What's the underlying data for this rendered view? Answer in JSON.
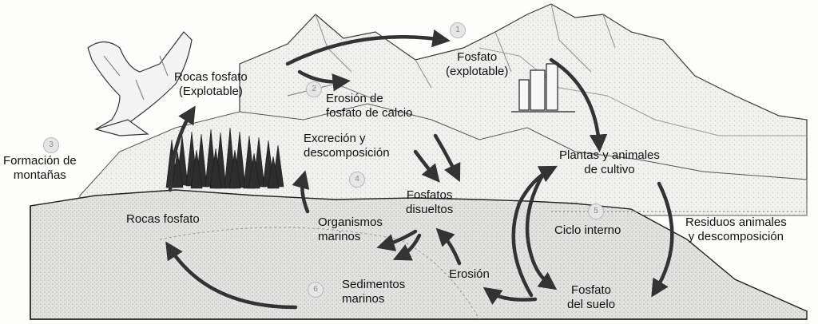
{
  "labels": {
    "rocas_fosfato_explotable": [
      "Rocas fosfato",
      "(Explotable)"
    ],
    "fosfato_explotable": [
      "Fosfato",
      "(explotable)"
    ],
    "erosion_fosfato_calcio": [
      "Erosión de",
      "fosfato de calcio"
    ],
    "excrecion_descomposicion": [
      "Excreción y",
      "descomposición"
    ],
    "formacion_montanas": [
      "Formación de",
      "montañas"
    ],
    "plantas_animales_cultivo": [
      "Plantas y animales",
      "de cultivo"
    ],
    "fosfatos_disueltos": [
      "Fosfatos",
      "disueltos"
    ],
    "rocas_fosfato": [
      "Rocas fosfato"
    ],
    "organismos_marinos": [
      "Organismos",
      "marinos"
    ],
    "ciclo_interno": [
      "Ciclo interno"
    ],
    "residuos_animales": [
      "Residuos animales",
      "y descomposición"
    ],
    "erosion": [
      "Erosión"
    ],
    "sedimentos_marinos": [
      "Sedimentos",
      "marinos"
    ],
    "fosfato_suelo": [
      "Fosfato",
      "del suelo"
    ]
  },
  "step_markers": [
    "1",
    "2",
    "3",
    "4",
    "5",
    "6"
  ],
  "colors": {
    "arrow": "#333333",
    "terrain": "#c9c9c9",
    "line": "#2a2a2a"
  }
}
